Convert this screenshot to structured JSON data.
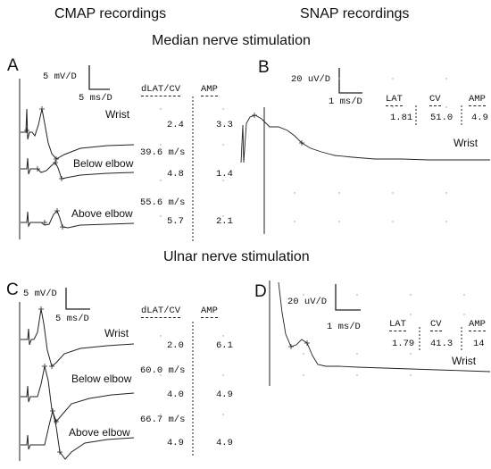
{
  "headers": {
    "cmap": "CMAP recordings",
    "snap": "SNAP recordings",
    "median": "Median nerve stimulation",
    "ulnar": "Ulnar nerve stimulation"
  },
  "panels": {
    "A": {
      "label": "A",
      "scale_v": "5 mV/D",
      "scale_t": "5 ms/D",
      "col1": "dLAT/CV",
      "col2": "AMP",
      "rows": [
        {
          "site": "Wrist",
          "dlat": "2.4",
          "amp": "3.3"
        },
        {
          "cv": "39.6 m/s",
          "site": "Below elbow",
          "dlat": "4.8",
          "amp": "1.4"
        },
        {
          "cv": "55.6 m/s",
          "site": "Above elbow",
          "dlat": "5.7",
          "amp": "2.1"
        }
      ]
    },
    "B": {
      "label": "B",
      "scale_v": "20 uV/D",
      "scale_t": "1 ms/D",
      "cols": [
        "LAT",
        "CV",
        "AMP"
      ],
      "values": [
        "1.81",
        "51.0",
        "4.9"
      ],
      "site": "Wrist"
    },
    "C": {
      "label": "C",
      "scale_v": "5 mV/D",
      "scale_t": "5 ms/D",
      "col1": "dLAT/CV",
      "col2": "AMP",
      "rows": [
        {
          "site": "Wrist",
          "dlat": "2.0",
          "amp": "6.1"
        },
        {
          "cv": "60.0 m/s",
          "site": "Below elbow",
          "dlat": "4.0",
          "amp": "4.9"
        },
        {
          "cv": "66.7 m/s",
          "site": "Above elbow",
          "dlat": "4.9",
          "amp": "4.9"
        }
      ]
    },
    "D": {
      "label": "D",
      "scale_v": "20 uV/D",
      "scale_t": "1 ms/D",
      "cols": [
        "LAT",
        "CV",
        "AMP"
      ],
      "values": [
        "1.79",
        "41.3",
        "14"
      ],
      "site": "Wrist"
    }
  }
}
